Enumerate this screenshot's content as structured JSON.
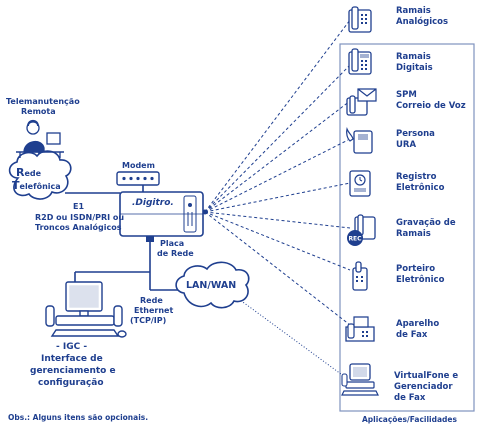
{
  "colors": {
    "primary": "#1f3f8f",
    "line": "#1f3f8f",
    "panel_border": "#7f93bf"
  },
  "left": {
    "telemanutencao": [
      "Telemanutenção",
      "Remota"
    ],
    "rede_telefonica": {
      "initial1": "R",
      "rest1": "ede",
      "initial2": "T",
      "rest2": "elefônica"
    },
    "modem": "Modem",
    "e1": "E1",
    "trunks": [
      "R2D ou ISDN/PRI ou",
      "Troncos Analógicos"
    ],
    "pabx_brand": ".Digitro.",
    "placa": [
      "Placa",
      "de Rede"
    ],
    "lan_wan": "LAN/WAN",
    "rede_ethernet": [
      "Rede",
      "Ethernet",
      "(TCP/IP)"
    ],
    "igc": [
      "- IGC -",
      "Interface de",
      "gerenciamento e",
      "configuração"
    ],
    "obs": "Obs.: Alguns itens são opcionais."
  },
  "applications": {
    "footer": "Aplicações/Facilidades",
    "items": [
      {
        "lines": [
          "Ramais",
          "Analógicos"
        ],
        "icon": "analog-phone-icon"
      },
      {
        "lines": [
          "Ramais",
          "Digitais"
        ],
        "icon": "digital-phone-icon"
      },
      {
        "lines": [
          "SPM",
          "Correio de Voz"
        ],
        "icon": "voicemail-icon"
      },
      {
        "lines": [
          "Persona",
          "URA"
        ],
        "icon": "ivr-icon"
      },
      {
        "lines": [
          "Registro",
          "Eletrônico"
        ],
        "icon": "electronic-record-icon"
      },
      {
        "lines": [
          "Gravação de",
          "Ramais"
        ],
        "icon": "recording-icon",
        "badge": "REC"
      },
      {
        "lines": [
          "Porteiro",
          "Eletrônico"
        ],
        "icon": "intercom-icon"
      },
      {
        "lines": [
          "Aparelho",
          "de Fax"
        ],
        "icon": "fax-icon"
      },
      {
        "lines": [
          "VirtualFone e",
          "Gerenciador",
          "de Fax"
        ],
        "icon": "computer-icon"
      }
    ]
  }
}
